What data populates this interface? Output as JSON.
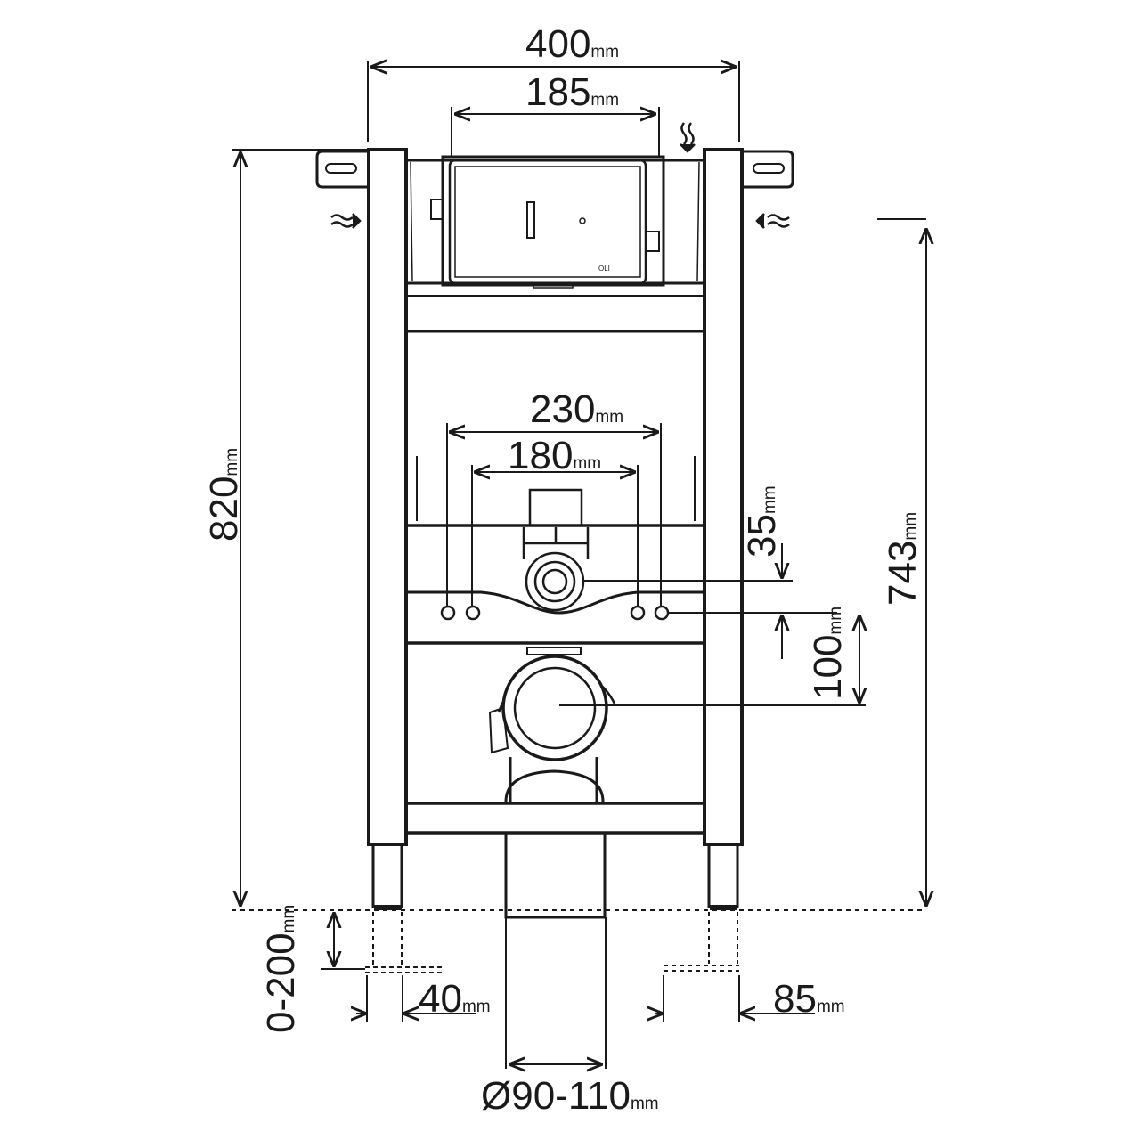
{
  "unit": "mm",
  "colors": {
    "line": "#1a1a1a",
    "background": "#ffffff"
  },
  "dimensions": {
    "frame_width": "400",
    "cistern_width": "185",
    "frame_height": "820",
    "outlet_height": "743",
    "bolt_spacing_outer": "230",
    "bolt_spacing_inner": "180",
    "inlet_offset": "35",
    "outlet_offset": "100",
    "leg_adjust": "0-200",
    "leg_width": "40",
    "foot_width": "85",
    "drain_diameter": "Ø90-110"
  },
  "cistern_mark": "OLI",
  "icons": [
    "water-flow-arrow-left",
    "water-flow-arrow-right",
    "water-flow-arrow-top"
  ]
}
